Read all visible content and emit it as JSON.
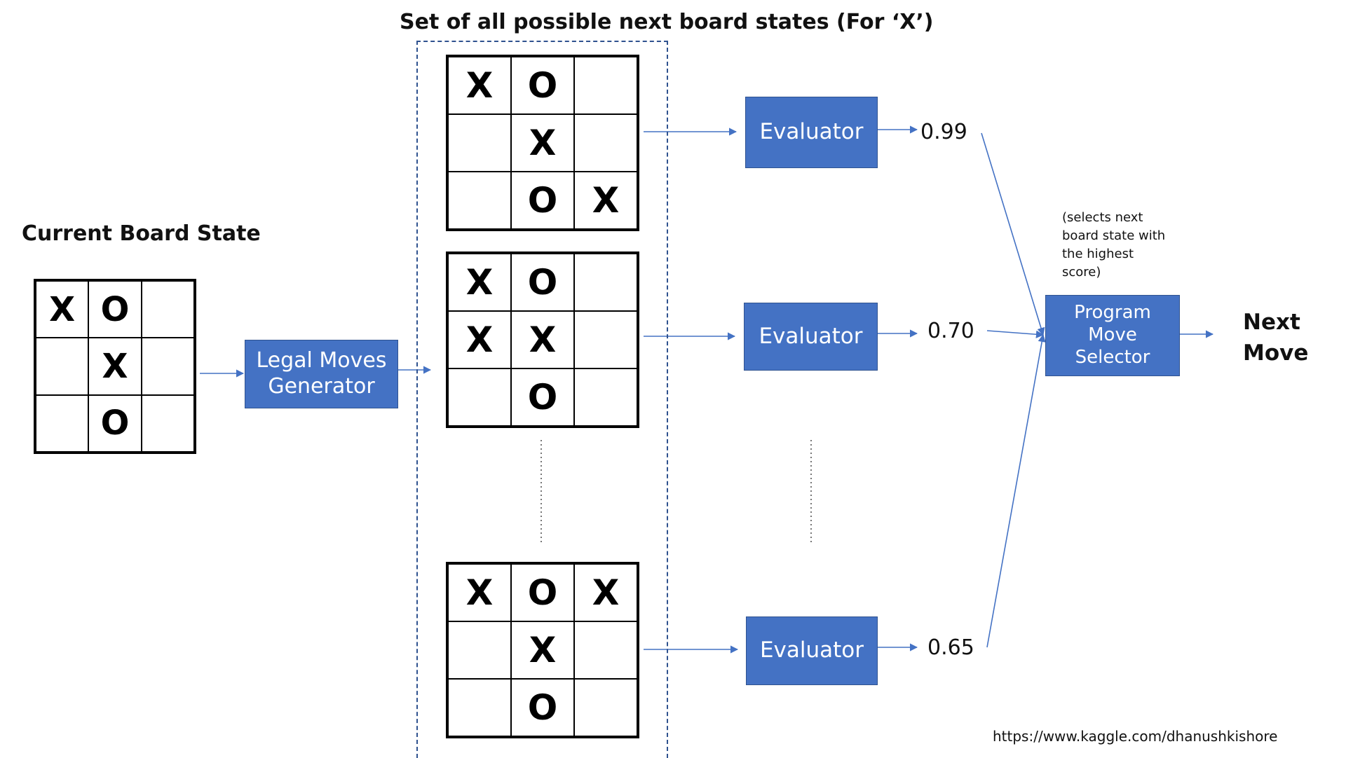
{
  "diagram": {
    "title_candidates": "Set of all possible next board states (For ‘X’)",
    "current_board_label": "Current Board State",
    "current_board": [
      [
        "X",
        "O",
        ""
      ],
      [
        "",
        "X",
        ""
      ],
      [
        "",
        "O",
        ""
      ]
    ],
    "generator_label": "Legal Moves Generator",
    "candidate_boards": [
      [
        [
          "X",
          "O",
          ""
        ],
        [
          "",
          "X",
          ""
        ],
        [
          "",
          "O",
          "X"
        ]
      ],
      [
        [
          "X",
          "O",
          ""
        ],
        [
          "X",
          "X",
          ""
        ],
        [
          "",
          "O",
          ""
        ]
      ],
      [
        [
          "X",
          "O",
          "X"
        ],
        [
          "",
          "X",
          ""
        ],
        [
          "",
          "O",
          ""
        ]
      ]
    ],
    "evaluator_label": "Evaluator",
    "scores": [
      "0.99",
      "0.70",
      "0.65"
    ],
    "selector_label": "Program Move Selector",
    "selector_note": "(selects next\nboard state with\nthe highest\nscore)",
    "output_label": "Next Move",
    "credit": "https://www.kaggle.com/dhanushkishore",
    "colors": {
      "box_fill": "#4472c4",
      "box_border": "#2f528f",
      "arrow": "#4472c4",
      "text": "#111111"
    }
  }
}
